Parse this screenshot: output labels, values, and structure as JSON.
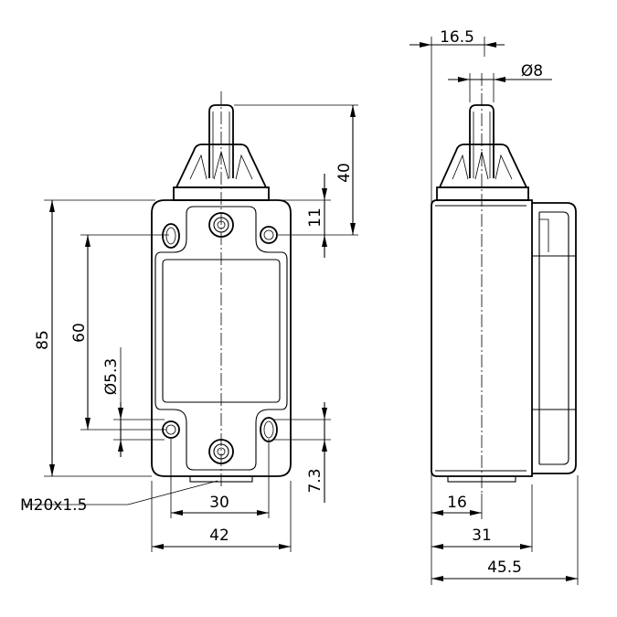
{
  "dimensions": {
    "front_width_overall": "42",
    "front_hole_spacing_horizontal": "30",
    "front_height_body": "85",
    "front_hole_spacing_vertical": "60",
    "front_hole_diameter": "Ø5.3",
    "front_plunger_height": "40",
    "front_top_to_hole": "11",
    "front_bottom_to_hole": "7.3",
    "front_thread_callout": "M20x1.5",
    "side_plunger_offset": "16.5",
    "side_plunger_diameter": "Ø8",
    "side_offset_bottom": "16",
    "side_body_depth": "31",
    "side_overall_depth": "45.5"
  }
}
